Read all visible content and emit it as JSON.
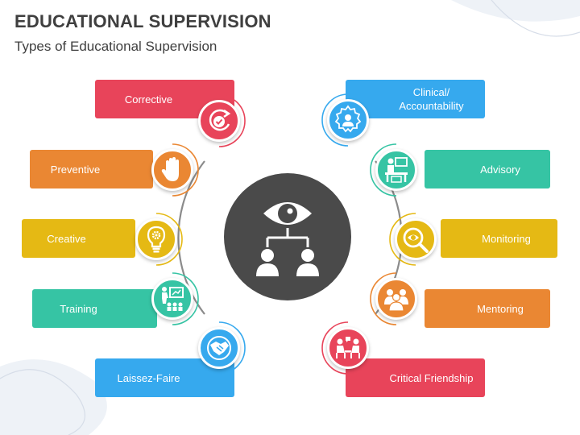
{
  "title": "EDUCATIONAL SUPERVISION",
  "subtitle": "Types of Educational Supervision",
  "center": {
    "icon": "eye-hierarchy-icon"
  },
  "colors": {
    "red": "#e8445a",
    "orange": "#ea8733",
    "yellow": "#e5b914",
    "teal": "#36c4a4",
    "blue": "#36a9ee",
    "center": "#4a4a4a"
  },
  "items": [
    {
      "label": "Corrective",
      "icon": "refresh-check-icon",
      "color": "#e8445a"
    },
    {
      "label": "Preventive",
      "icon": "stop-hand-icon",
      "color": "#ea8733"
    },
    {
      "label": "Creative",
      "icon": "lightbulb-gear-icon",
      "color": "#e5b914"
    },
    {
      "label": "Training",
      "icon": "presentation-icon",
      "color": "#36c4a4"
    },
    {
      "label": "Laissez-Faire",
      "icon": "handshake-icon",
      "color": "#36a9ee"
    },
    {
      "label": "Clinical/\nAccountability",
      "icon": "gear-person-icon",
      "color": "#36a9ee"
    },
    {
      "label": "Advisory",
      "icon": "advisor-desk-icon",
      "color": "#36c4a4"
    },
    {
      "label": "Monitoring",
      "icon": "magnifier-eye-icon",
      "color": "#e5b914"
    },
    {
      "label": "Mentoring",
      "icon": "group-people-icon",
      "color": "#ea8733"
    },
    {
      "label": "Critical Friendship",
      "icon": "two-people-talking-icon",
      "color": "#e8445a"
    }
  ]
}
